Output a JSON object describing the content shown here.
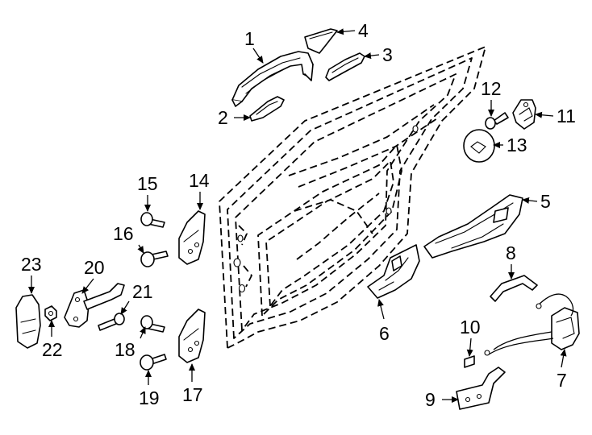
{
  "callouts": {
    "c1": "1",
    "c2": "2",
    "c3": "3",
    "c4": "4",
    "c5": "5",
    "c6": "6",
    "c7": "7",
    "c8": "8",
    "c9": "9",
    "c10": "10",
    "c11": "11",
    "c12": "12",
    "c13": "13",
    "c14": "14",
    "c15": "15",
    "c16": "16",
    "c17": "17",
    "c18": "18",
    "c19": "19",
    "c20": "20",
    "c21": "21",
    "c22": "22",
    "c23": "23"
  }
}
